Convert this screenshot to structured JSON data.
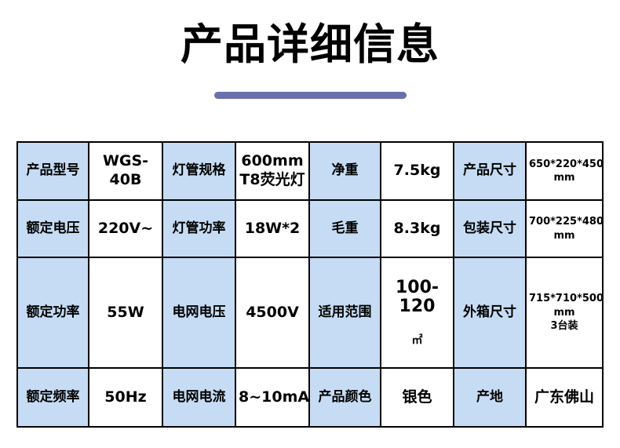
{
  "page": {
    "title": "产品详细信息"
  },
  "colors": {
    "accent": "#6a6fad",
    "label-bg": "#c6dcf4",
    "border": "#000000"
  },
  "table": {
    "rows": [
      {
        "cells": [
          {
            "text": "产品型号"
          },
          {
            "text": "WGS-40B"
          },
          {
            "text": "灯管规格"
          },
          {
            "text": "600mm\nT8荧光灯"
          },
          {
            "text": "净重"
          },
          {
            "text": "7.5kg"
          },
          {
            "text": "产品尺寸"
          },
          {
            "text": "650*220*450\nmm"
          }
        ]
      },
      {
        "cells": [
          {
            "text": "额定电压"
          },
          {
            "text": "220V~"
          },
          {
            "text": "灯管功率"
          },
          {
            "text": "18W*2"
          },
          {
            "text": "毛重"
          },
          {
            "text": "8.3kg"
          },
          {
            "text": "包装尺寸"
          },
          {
            "text": "700*225*480\nmm"
          }
        ]
      },
      {
        "cells": [
          {
            "text": "额定功率"
          },
          {
            "text": "55W"
          },
          {
            "text": "电网电压"
          },
          {
            "text": "4500V"
          },
          {
            "text": "适用范围"
          },
          {
            "text": "100-120",
            "unit": "㎡"
          },
          {
            "text": "外箱尺寸"
          },
          {
            "text": "715*710*500\nmm\n3台装"
          }
        ]
      },
      {
        "cells": [
          {
            "text": "额定频率"
          },
          {
            "text": "50Hz"
          },
          {
            "text": "电网电流"
          },
          {
            "text": "8~10mA"
          },
          {
            "text": "产品颜色"
          },
          {
            "text": "银色"
          },
          {
            "text": "产地"
          },
          {
            "text": "广东佛山"
          }
        ]
      }
    ]
  }
}
